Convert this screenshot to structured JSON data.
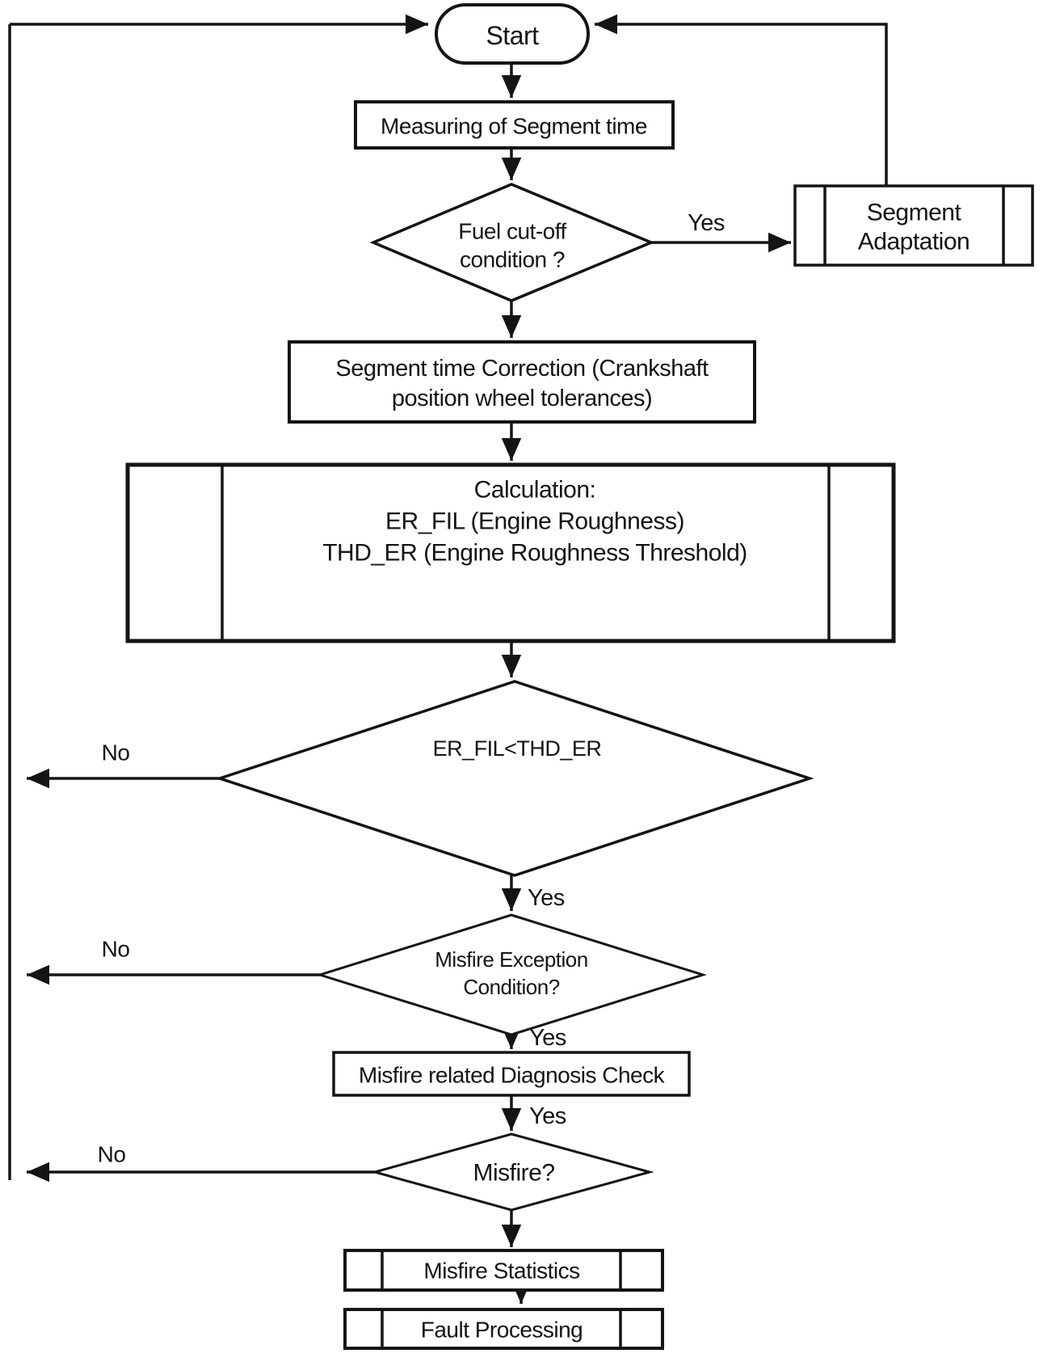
{
  "figure": {
    "background_color": "#ffffff",
    "line_color": "#141414",
    "description": "Engine misfire detection flowchart"
  },
  "nodes": {
    "start": {
      "type": "terminator",
      "label": "Start"
    },
    "measuring": {
      "type": "process",
      "label": "Measuring of Segment time"
    },
    "fuel_cutoff": {
      "type": "decision",
      "line1": "Fuel cut-off",
      "line2": "condition ?"
    },
    "segment_adaptation": {
      "type": "predefined-process",
      "line1": "Segment",
      "line2": "Adaptation"
    },
    "segment_time_correction": {
      "type": "process",
      "line1": "Segment time Correction (Crankshaft",
      "line2": "position wheel tolerances)"
    },
    "calculation": {
      "type": "predefined-process",
      "line1": "Calculation:",
      "line2": "ER_FIL (Engine Roughness)",
      "line3": "THD_ER (Engine Roughness Threshold)"
    },
    "er_fil_threshold": {
      "type": "decision",
      "label": "ER_FIL<THD_ER"
    },
    "misfire_exception": {
      "type": "decision",
      "line1": "Misfire Exception",
      "line2": "Condition?"
    },
    "diagnosis_check": {
      "type": "process",
      "label": "Misfire related Diagnosis Check"
    },
    "misfire": {
      "type": "decision",
      "label": "Misfire?"
    },
    "misfire_statistics": {
      "type": "predefined-process",
      "label": "Misfire Statistics"
    },
    "fault_processing": {
      "type": "predefined-process",
      "label": "Fault Processing"
    }
  },
  "edge_labels": {
    "fuel_cutoff_yes": "Yes",
    "er_fil_yes": "Yes",
    "misfire_exception_yes": "Yes",
    "diagnosis_check_yes": "Yes",
    "er_fil_no": "No",
    "misfire_exception_no": "No",
    "misfire_no": "No"
  }
}
